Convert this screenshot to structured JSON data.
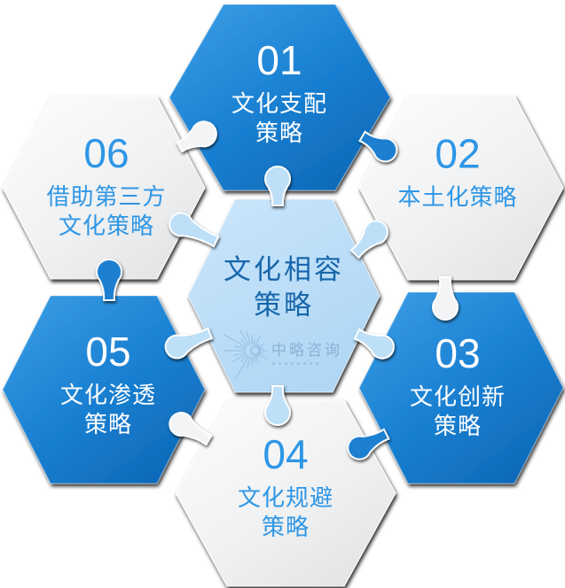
{
  "hexagons": {
    "center": {
      "line1": "文化相容",
      "line2": "策略"
    },
    "items": [
      {
        "number": "01",
        "line1": "文化支配",
        "line2": "策略",
        "style": "blue"
      },
      {
        "number": "02",
        "line1": "本土化策略",
        "line2": "",
        "style": "white"
      },
      {
        "number": "03",
        "line1": "文化创新",
        "line2": "策略",
        "style": "blue"
      },
      {
        "number": "04",
        "line1": "文化规避",
        "line2": "策略",
        "style": "white"
      },
      {
        "number": "05",
        "line1": "文化渗透",
        "line2": "策略",
        "style": "blue"
      },
      {
        "number": "06",
        "line1": "借助第三方",
        "line2": "文化策略",
        "style": "white"
      }
    ]
  },
  "watermark": {
    "text": "中略咨询"
  },
  "colors": {
    "piece_blue_light": "#3C9FE6",
    "piece_blue_dark": "#0D69B8",
    "piece_blue_flat": "#1B7FD0",
    "piece_white_flat": "#F3F4F6",
    "piece_center": "#BDDFF8",
    "text_blue": "#2E96E6",
    "center_text_blue": "#1766AB"
  }
}
